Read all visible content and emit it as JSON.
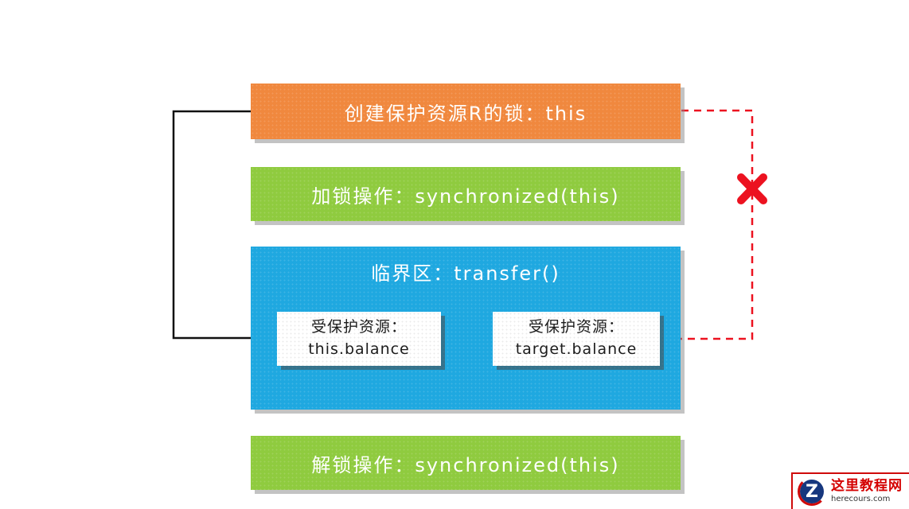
{
  "colors": {
    "orange": "#F0883E",
    "green": "#8FCB3F",
    "blue": "#1FA8E0",
    "red": "#EC1220",
    "lineblack": "#111111"
  },
  "boxes": {
    "create_lock": "创建保护资源R的锁：this",
    "lock_op": "加锁操作：synchronized(this)",
    "critical_title": "临界区：transfer()",
    "resource_left_line1": "受保护资源：",
    "resource_left_line2": "this.balance",
    "resource_right_line1": "受保护资源：",
    "resource_right_line2": "target.balance",
    "unlock_op": "解锁操作：synchronized(this)"
  },
  "watermark": {
    "logo_letter": "Z",
    "site_name": "这里教程网",
    "site_url": "herecours.com"
  }
}
